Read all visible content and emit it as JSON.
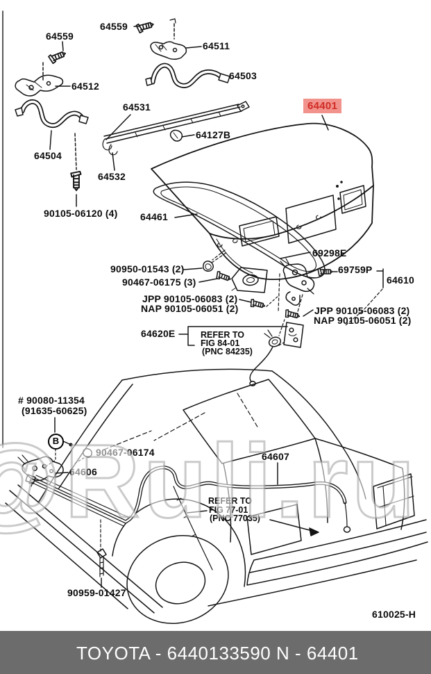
{
  "diagram": {
    "drawing_number": "610025-H",
    "highlighted_part": {
      "number": "64401",
      "background": "#f2928c",
      "text_color": "#d02c25"
    },
    "fastener_symbol": "B",
    "labels": {
      "l64559_left": "64559",
      "l64559_top": "64559",
      "l64511": "64511",
      "l64503": "64503",
      "l64512": "64512",
      "l64531": "64531",
      "l64504": "64504",
      "l64127b": "64127B",
      "l64532": "64532",
      "l90105_06120": "90105-06120 (4)",
      "l64461": "64461",
      "l69298e": "69298E",
      "l90950": "90950-01543 (2)",
      "l90467_06175": "90467-06175 (3)",
      "l69759p": "69759P",
      "l64610": "64610",
      "jpp_left": "JPP 90105-06083 (2)",
      "nap_left": "NAP 90105-06051 (2)",
      "jpp_right": "JPP 90105-06083 (2)",
      "nap_right": "NAP 90105-06051 (2)",
      "l64620e": "64620E",
      "refer84_line1": "REFER TO",
      "refer84_line2": "FIG 84-01",
      "refer84_line3": "(PNC 84235)",
      "l90080": "# 90080-11354",
      "l91635": "(91635-60625)",
      "l90467_06174": "90467-06174",
      "l64606": "64606",
      "l64607": "64607",
      "refer77_line1": "REFER TO",
      "refer77_line2": "FIG 77-01",
      "refer77_line3": "(PNC 77035)",
      "l90959": "90959-01427"
    }
  },
  "watermark": {
    "text": "@Ruli.ru"
  },
  "footer": {
    "left_text": "TOYOTA - 6440133590",
    "right_text": "N - 64401",
    "background": "#6c6c6c",
    "text_color": "#ffffff"
  }
}
